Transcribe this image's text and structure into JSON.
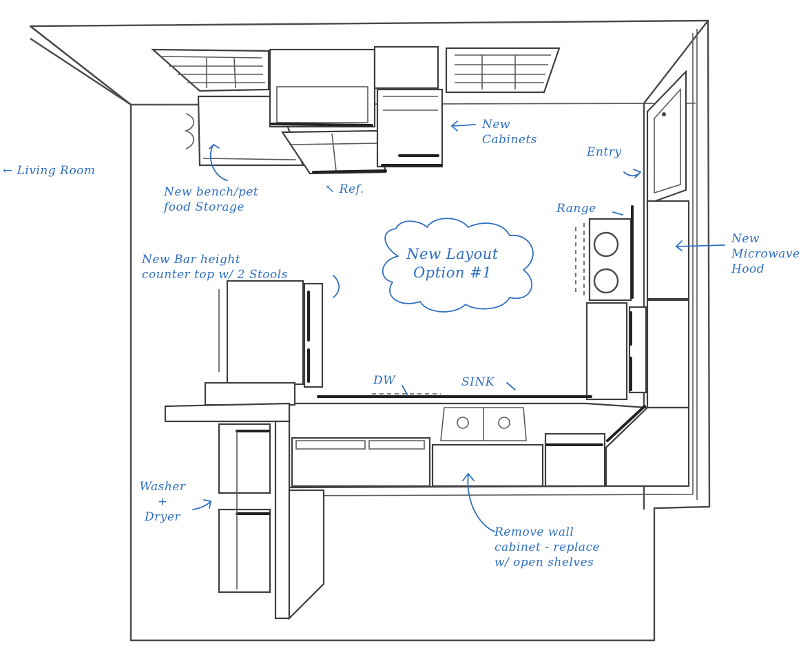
{
  "annotations": {
    "living_room": "← Living Room",
    "new_cabinets": [
      "New",
      "Cabinets"
    ],
    "entry": "Entry",
    "bench": [
      "New bench/pet",
      "food Storage"
    ],
    "ref": "↖ Ref.",
    "range": "Range",
    "microwave": [
      "New",
      "Microwave",
      "Hood"
    ],
    "layout_title": [
      "New Layout",
      "Option #1"
    ],
    "bar_counter": [
      "New Bar height",
      "counter top w/ 2 Stools"
    ],
    "dw": "DW",
    "sink": "SINK",
    "washer_dryer": [
      "Washer",
      "+",
      "Dryer"
    ],
    "remove_wall": [
      "Remove wall",
      "cabinet - replace",
      "w/ open shelves"
    ]
  },
  "colors": {
    "ink": "#2f6fc1",
    "pencil": "#4a4a4a"
  }
}
